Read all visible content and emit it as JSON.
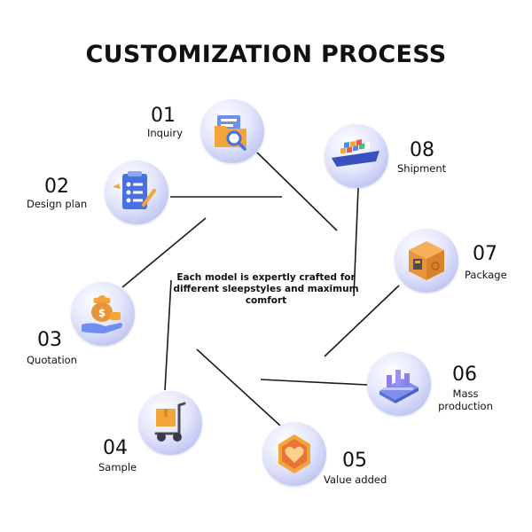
{
  "title": "CUSTOMIZATION PROCESS",
  "center_text": "Each model is expertly crafted for different sleepstyles and maximum comfort",
  "steps": [
    {
      "number": "01",
      "label": "Inquiry",
      "icon": "folder-search-icon"
    },
    {
      "number": "02",
      "label": "Design plan",
      "icon": "checklist-pen-icon"
    },
    {
      "number": "03",
      "label": "Quotation",
      "icon": "money-hand-icon"
    },
    {
      "number": "04",
      "label": "Sample",
      "icon": "hand-truck-box-icon"
    },
    {
      "number": "05",
      "label": "Value added",
      "icon": "heart-badge-icon"
    },
    {
      "number": "06",
      "label": "Mass production",
      "icon": "factory-machine-icon"
    },
    {
      "number": "07",
      "label": "Package",
      "icon": "cardboard-box-icon"
    },
    {
      "number": "08",
      "label": "Shipment",
      "icon": "cargo-ship-icon"
    }
  ],
  "colors": {
    "text": "#111111",
    "node_gradient_light": "#e3e6fb",
    "node_gradient_dark": "#a3abe9",
    "icon_blue": "#4a6fe0",
    "icon_orange": "#f3a53a",
    "connector": "#1a1a1a"
  }
}
